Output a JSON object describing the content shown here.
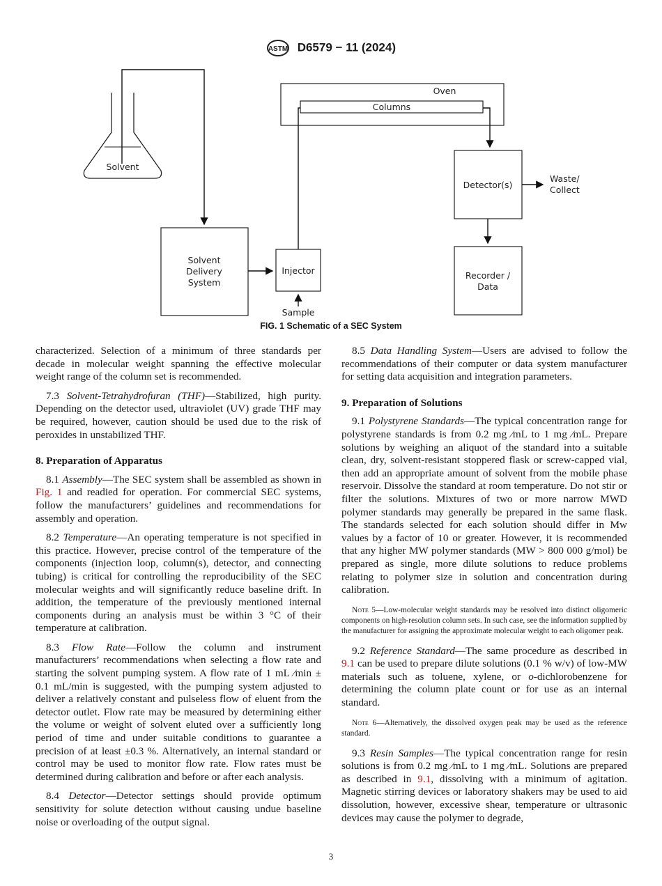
{
  "header": {
    "logo_text": "ASTM",
    "designation": "D6579 − 11 (2024)"
  },
  "figure": {
    "labels": {
      "solvent": "Solvent",
      "oven": "Oven",
      "columns": "Columns",
      "detector": "Detector(s)",
      "waste_1": "Waste/",
      "waste_2": "Collect",
      "sds_1": "Solvent",
      "sds_2": "Delivery",
      "sds_3": "System",
      "injector": "Injector",
      "sample": "Sample",
      "recorder_1": "Recorder /",
      "recorder_2": "Data"
    },
    "caption": "FIG. 1 Schematic of a SEC System"
  },
  "left": {
    "p0": "characterized. Selection of a minimum of three standards per decade in molecular weight spanning the effective molecular weight range of the column set is recommended.",
    "p73_num": "7.3 ",
    "p73_title": "Solvent-Tetrahydrofuran (THF)",
    "p73_text": "—Stabilized, high purity. Depending on the detector used, ultraviolet (UV) grade THF may be required, however, caution should be used due to the risk of peroxides in unstabilized THF.",
    "h8": "8. Preparation of Apparatus",
    "p81_num": "8.1 ",
    "p81_title": "Assembly",
    "p81_a": "—The SEC system shall be assembled as shown in ",
    "p81_link": "Fig. 1",
    "p81_b": " and readied for operation. For commercial SEC systems, follow the manufacturers’ guidelines and recommendations for assembly and operation.",
    "p82_num": "8.2 ",
    "p82_title": "Temperature",
    "p82_text": "—An operating temperature is not specified in this practice. However, precise control of the temperature of the components (injection loop, column(s), detector, and connecting tubing) is critical for controlling the reproducibility of the SEC molecular weights and will significantly reduce baseline drift. In addition, the temperature of the previously mentioned internal components during an analysis must be within 3 °C of their temperature at calibration.",
    "p83_num": "8.3 ",
    "p83_title": "Flow Rate",
    "p83_text": "—Follow the column and instrument manufacturers’ recommendations when selecting a flow rate and starting the solvent pumping system. A flow rate of 1 mL ⁄min ± 0.1 mL/min is suggested, with the pumping system adjusted to deliver a relatively constant and pulseless flow of eluent from the detector outlet. Flow rate may be measured by determining either the volume or weight of solvent eluted over a sufficiently long period of time and under suitable conditions to guarantee a precision of at least ±0.3 %. Alternatively, an internal standard or control may be used to monitor flow rate. Flow rates must be determined during calibration and before or after each analysis.",
    "p84_num": "8.4 ",
    "p84_title": "Detector",
    "p84_text": "—Detector settings should provide optimum sensitivity for solute detection without causing undue baseline noise or overloading of the output signal."
  },
  "right": {
    "p85_num": "8.5 ",
    "p85_title": "Data Handling System",
    "p85_text": "—Users are advised to follow the recommendations of their computer or data system manufacturer for setting data acquisition and integration parameters.",
    "h9": "9. Preparation of Solutions",
    "p91_num": "9.1 ",
    "p91_title": "Polystyrene Standards",
    "p91_text": "—The typical concentration range for polystyrene standards is from 0.2 mg ⁄mL to 1 mg ⁄mL. Prepare solutions by weighing an aliquot of the standard into a suitable clean, dry, solvent-resistant stoppered flask or screw-capped vial, then add an appropriate amount of solvent from the mobile phase reservoir. Dissolve the standard at room temperature. Do not stir or filter the solutions. Mixtures of two or more narrow MWD polymer standards may generally be prepared in the same flask. The standards selected for each solution should differ in Mw values by a factor of 10 or greater. However, it is recommended that any higher MW polymer standards (MW > 800 000 g/mol) be prepared as single, more dilute solutions to reduce problems relating to polymer size in solution and concentration during calibration.",
    "note5_label": "Note 5",
    "note5_text": "—Low-molecular weight standards may be resolved into distinct oligomeric components on high-resolution column sets. In such case, see the information supplied by the manufacturer for assigning the approximate molecular weight to each oligomer peak.",
    "p92_num": "9.2 ",
    "p92_title": "Reference Standard",
    "p92_a": "—The same procedure as described in ",
    "p92_link": "9.1",
    "p92_b": " can be used to prepare dilute solutions (0.1 % w/v) of low-MW materials such as toluene, xylene, or ",
    "p92_o": "o",
    "p92_c": "-dichlorobenzene for determining the column plate count or for use as an internal standard.",
    "note6_label": "Note 6",
    "note6_text": "—Alternatively, the dissolved oxygen peak may be used as the reference standard.",
    "p93_num": "9.3 ",
    "p93_title": "Resin Samples",
    "p93_a": "—The typical concentration range for resin solutions is from 0.2 mg ⁄mL to 1 mg ⁄mL. Solutions are prepared as described in ",
    "p93_link": "9.1",
    "p93_b": ", dissolving with a minimum of agitation. Magnetic stirring devices or laboratory shakers may be used to aid dissolution, however, excessive shear, temperature or ultrasonic devices may cause the polymer to degrade,"
  },
  "footer": {
    "page_number": "3"
  }
}
